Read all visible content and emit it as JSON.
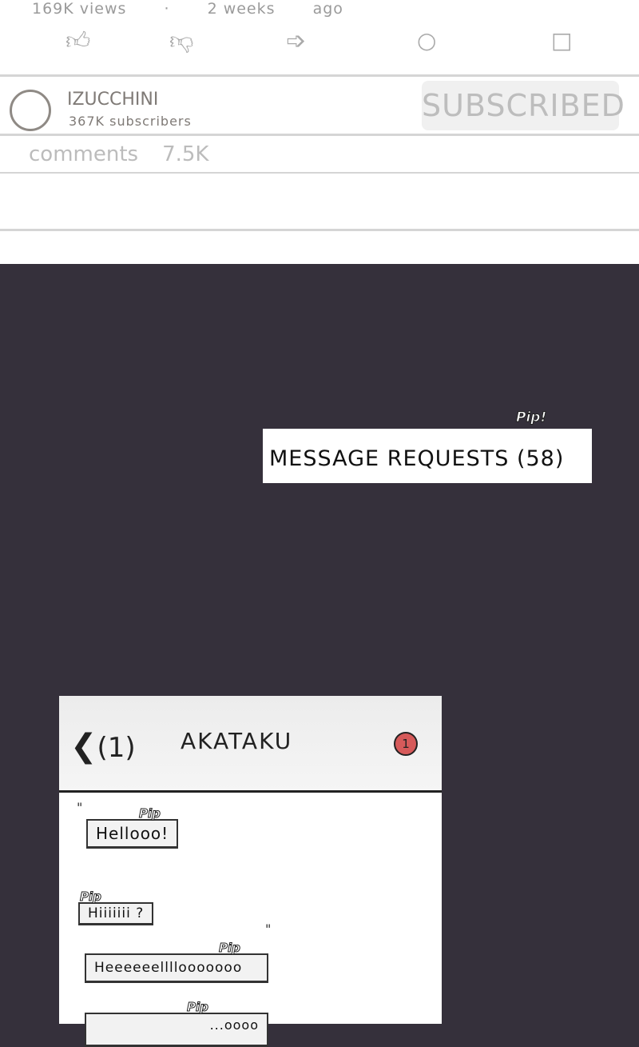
{
  "video": {
    "views": "169K views",
    "dot": "·",
    "age": "2 weeks",
    "ago": "ago"
  },
  "actions": {
    "like": "like-icon",
    "dislike": "dislike-icon",
    "share": "share-icon",
    "circle": "circle-icon",
    "save": "save-icon"
  },
  "channel": {
    "name": "IZUCCHINI",
    "subscribers": "367K subscribers",
    "subscribe_label": "SUBSCRIBED"
  },
  "comments": {
    "label": "comments",
    "count": "7.5K"
  },
  "requests": {
    "label": "MESSAGE REQUESTS",
    "count": "(58)",
    "sfx": "Pip!"
  },
  "chat": {
    "back_count": "(1)",
    "contact": "AKATAKU",
    "badge": "1",
    "messages": [
      {
        "text": "Hellooo!",
        "sfx": "Pip"
      },
      {
        "text": "Hiiiiiii ?",
        "sfx": "Pip"
      },
      {
        "text": "Heeeeeellllooooooo",
        "sfx": "Pip"
      },
      {
        "text": "...oooo",
        "sfx": "Pip"
      }
    ],
    "quote": "\""
  }
}
